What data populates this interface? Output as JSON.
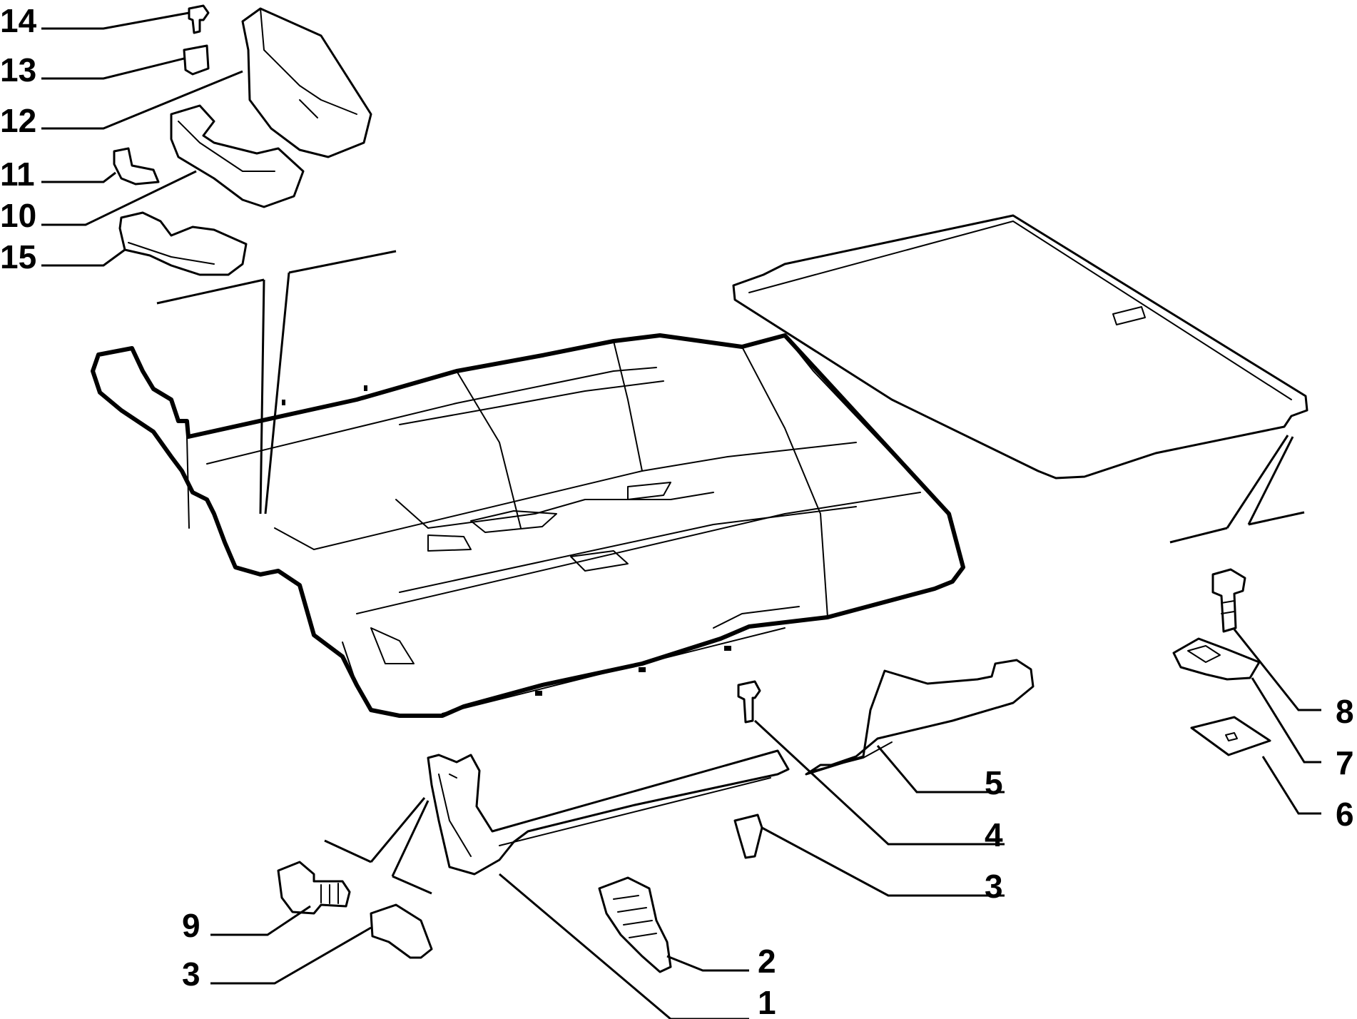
{
  "diagram": {
    "callouts": [
      {
        "id": "c14",
        "label": "14"
      },
      {
        "id": "c13",
        "label": "13"
      },
      {
        "id": "c12",
        "label": "12"
      },
      {
        "id": "c11",
        "label": "11"
      },
      {
        "id": "c10",
        "label": "10"
      },
      {
        "id": "c15",
        "label": "15"
      },
      {
        "id": "c8",
        "label": "8"
      },
      {
        "id": "c7",
        "label": "7"
      },
      {
        "id": "c6",
        "label": "6"
      },
      {
        "id": "c5",
        "label": "5"
      },
      {
        "id": "c4",
        "label": "4"
      },
      {
        "id": "c3a",
        "label": "3"
      },
      {
        "id": "c2",
        "label": "2"
      },
      {
        "id": "c1",
        "label": "1"
      },
      {
        "id": "c9",
        "label": "9"
      },
      {
        "id": "c3b",
        "label": "3"
      }
    ]
  },
  "colors": {
    "line": "#000000",
    "background": "#ffffff"
  }
}
